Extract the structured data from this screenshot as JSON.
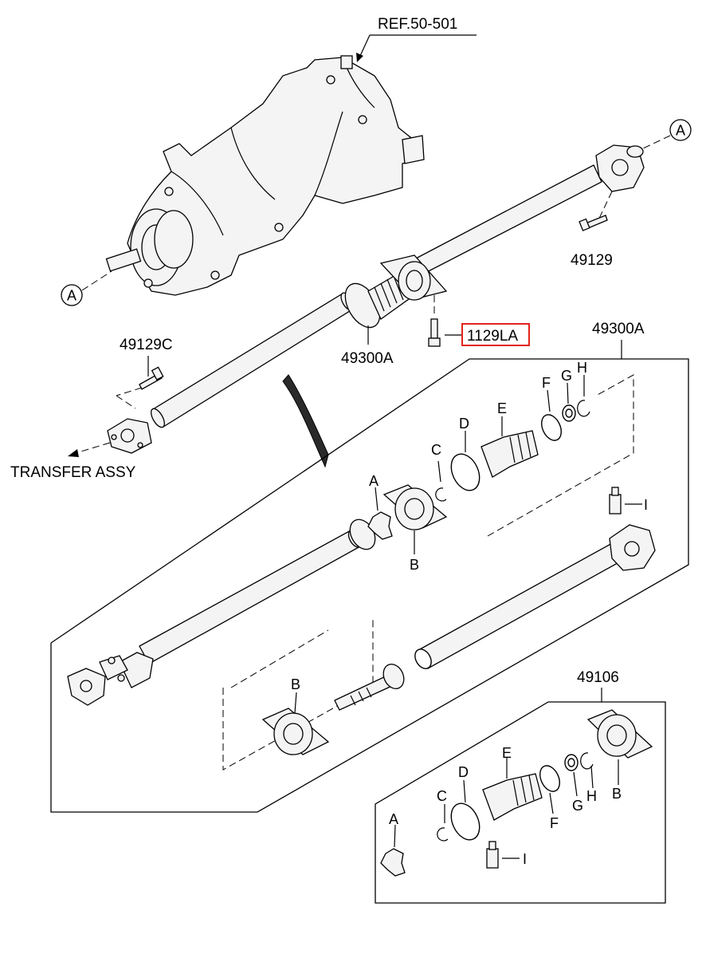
{
  "labels": {
    "ref": "REF.50-501",
    "circle_a_top": "A",
    "circle_a_left": "A",
    "p49129": "49129",
    "p1129la": "1129LA",
    "p49300a_mid": "49300A",
    "p49300a_top": "49300A",
    "p49129c": "49129C",
    "transfer": "TRANSFER ASSY",
    "p49106": "49106"
  },
  "exploded_upper": {
    "a": "A",
    "b": "B",
    "c": "C",
    "d": "D",
    "e": "E",
    "f": "F",
    "g": "G",
    "h": "H",
    "i": "I"
  },
  "exploded_mid": {
    "b": "B"
  },
  "exploded_lower": {
    "a": "A",
    "b": "B",
    "c": "C",
    "d": "D",
    "e": "E",
    "f": "F",
    "g": "G",
    "h": "H",
    "i": "I"
  },
  "colors": {
    "highlight": "#e1251b",
    "ink": "#000000"
  }
}
